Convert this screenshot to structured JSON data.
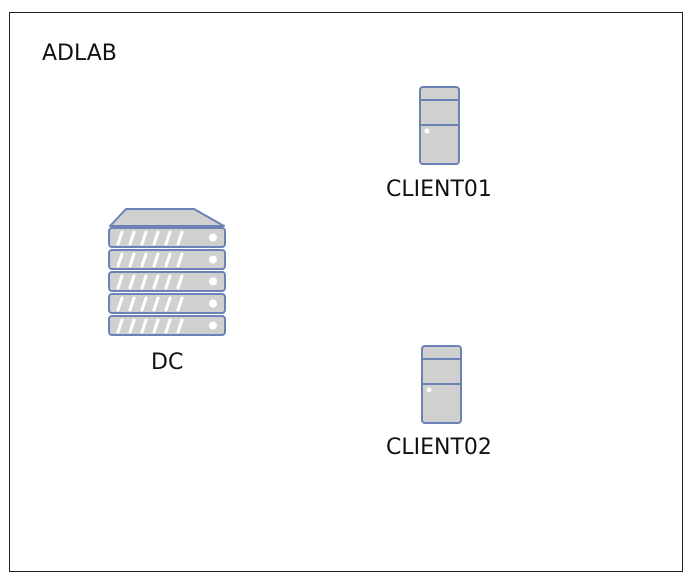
{
  "diagram": {
    "frame_label": "ADLAB",
    "nodes": [
      {
        "id": "dc",
        "label": "DC",
        "icon": "server-rack-icon"
      },
      {
        "id": "client01",
        "label": "CLIENT01",
        "icon": "desktop-tower-icon"
      },
      {
        "id": "client02",
        "label": "CLIENT02",
        "icon": "desktop-tower-icon"
      }
    ]
  },
  "colors": {
    "device_fill": "#d0d0d0",
    "device_stroke": "#6c82b5",
    "frame_border": "#222222"
  }
}
